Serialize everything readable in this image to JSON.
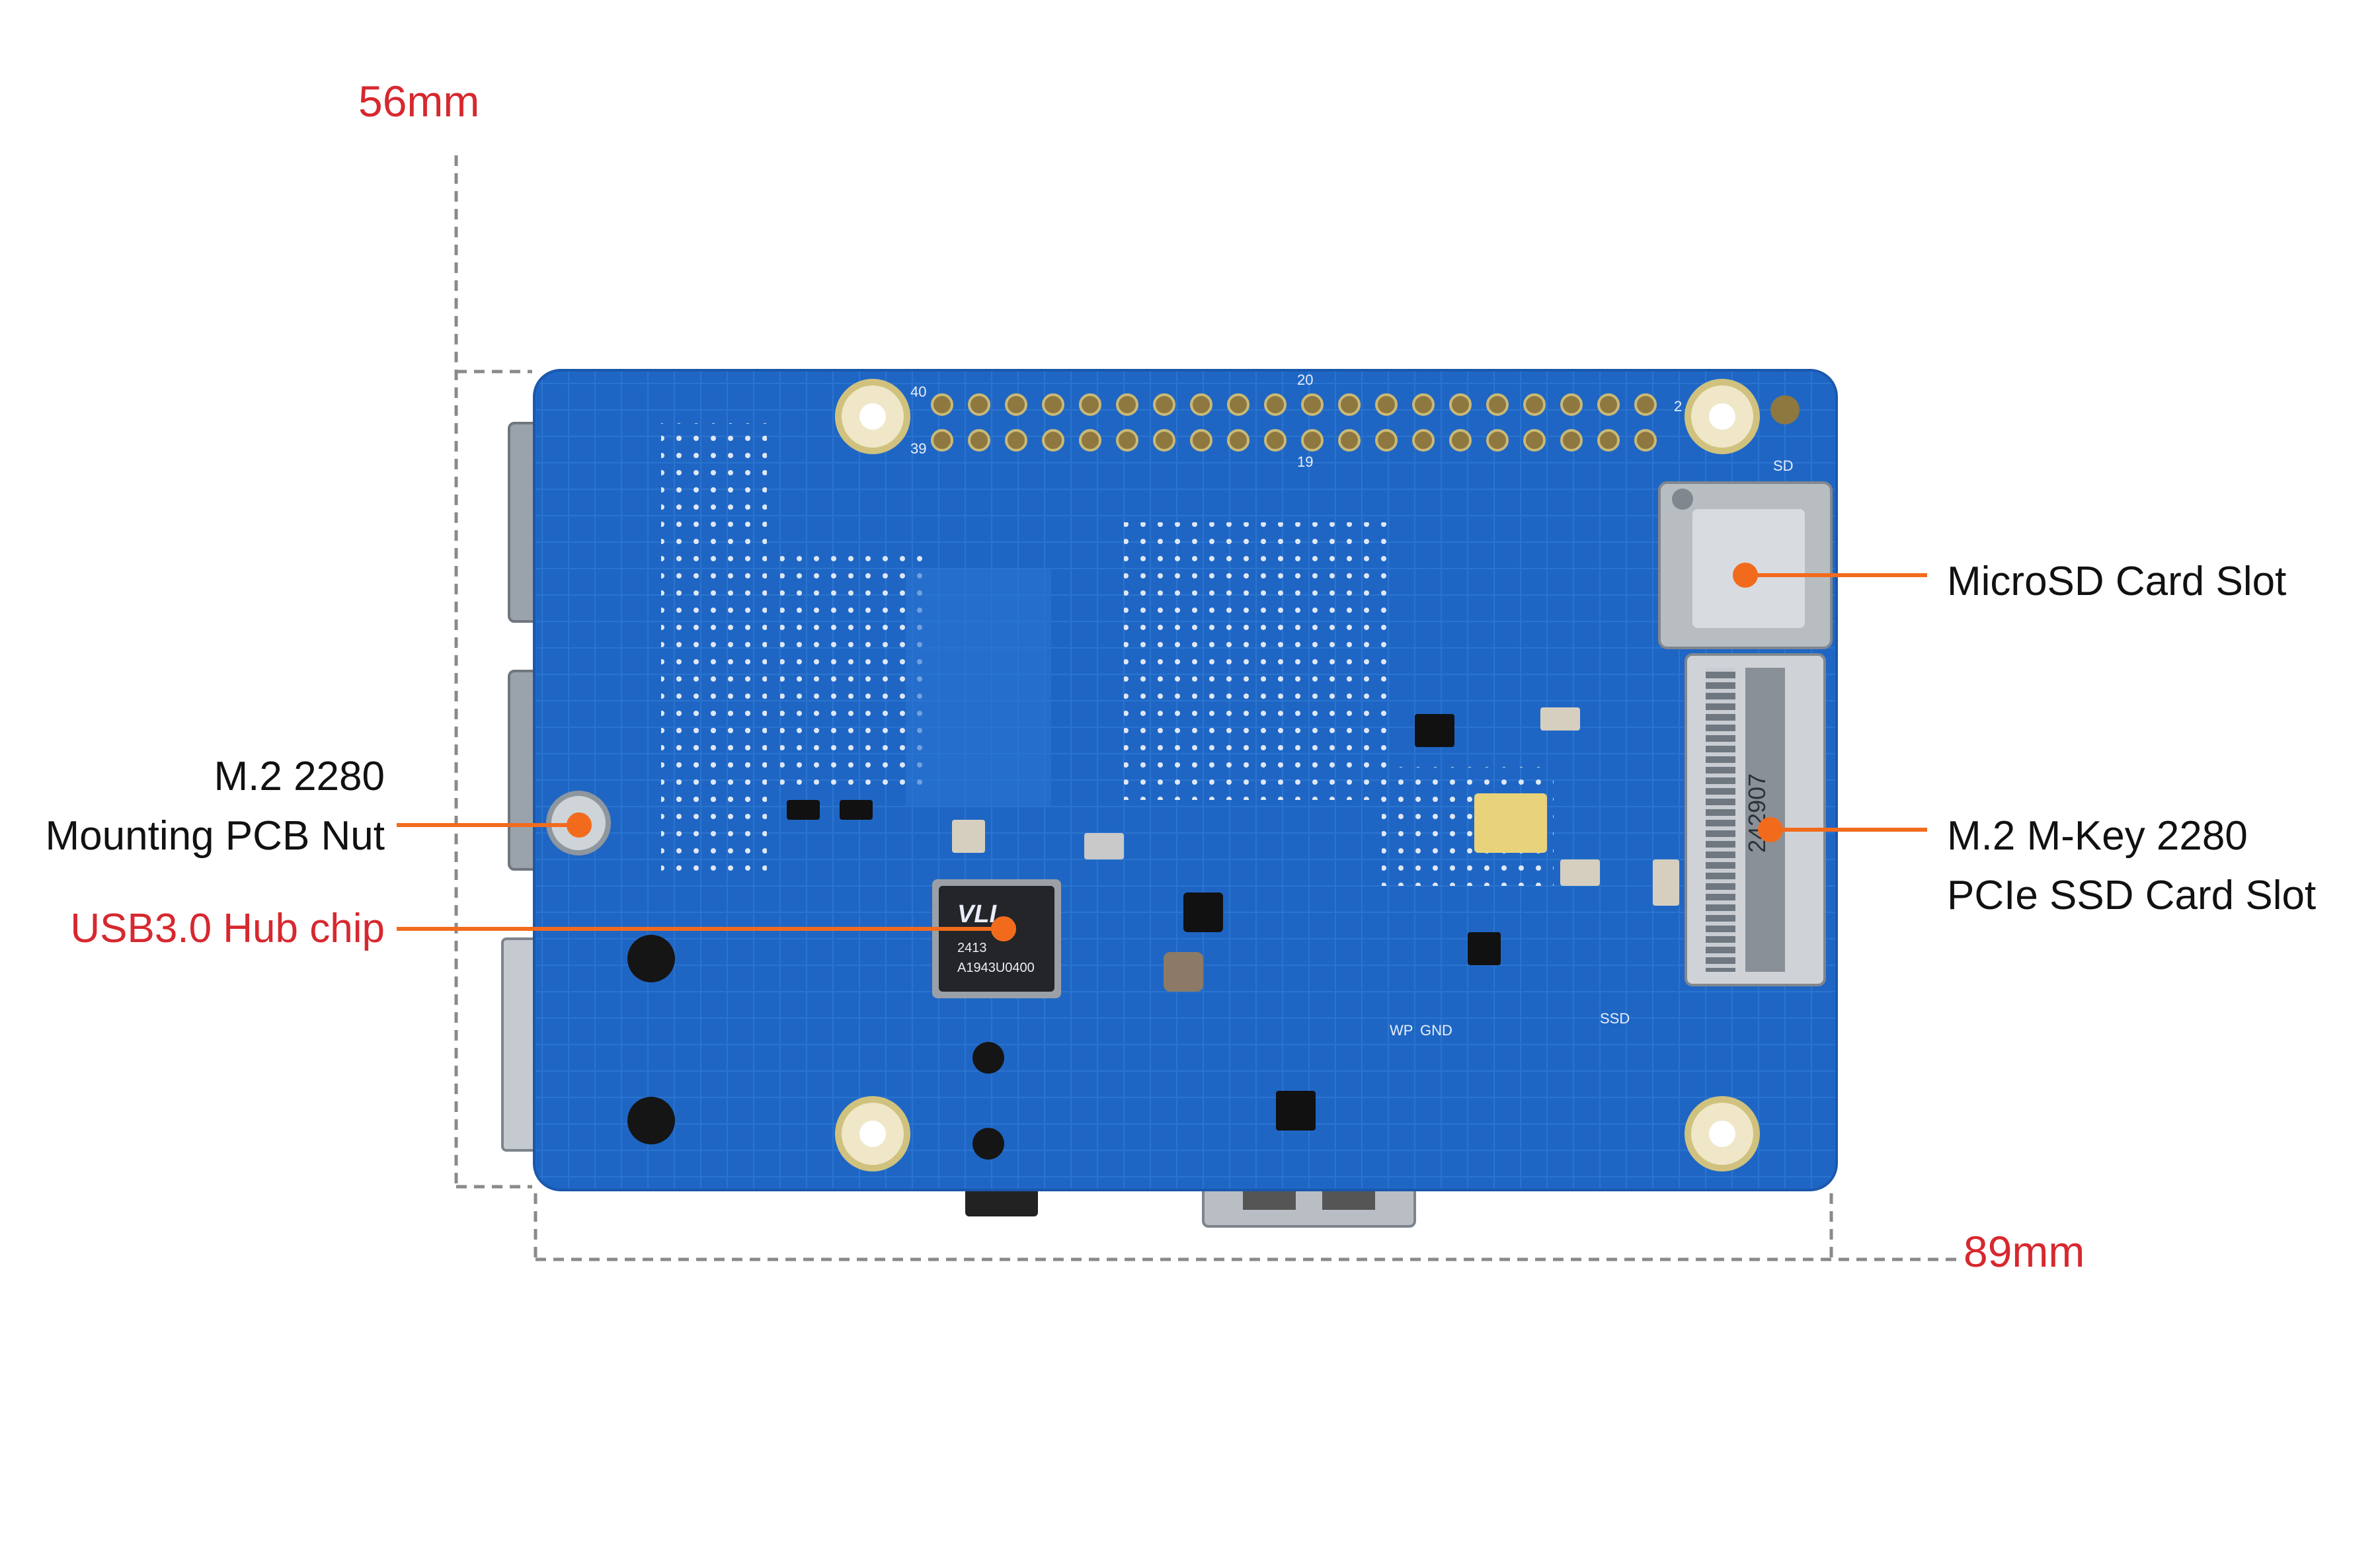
{
  "dimensions": {
    "width_label": "56mm",
    "length_label": "89mm"
  },
  "callouts": {
    "mounting_nut": {
      "line1": "M.2 2280",
      "line2": "Mounting PCB Nut"
    },
    "usb_hub": {
      "text": "USB3.0 Hub chip"
    },
    "microsd": {
      "text": "MicroSD Card Slot"
    },
    "m2_slot": {
      "line1": "M.2 M-Key 2280",
      "line2": "PCIe SSD Card Slot"
    }
  },
  "board_silkscreen": {
    "pin_40": "40",
    "pin_39": "39",
    "pin_20": "20",
    "pin_19": "19",
    "pin_2": "2",
    "sd": "SD",
    "ssd": "SSD",
    "wp": "WP",
    "gnd": "GND",
    "m2_code": "242907",
    "chip_logo": "VLI",
    "chip_code1": "2413",
    "chip_code2": "A1943U0400"
  },
  "colors": {
    "dimension_red": "#d7282f",
    "leader_orange": "#f26b1d",
    "pcb_blue": "#1d64c2",
    "dashed_gray": "#8a8a8a"
  }
}
